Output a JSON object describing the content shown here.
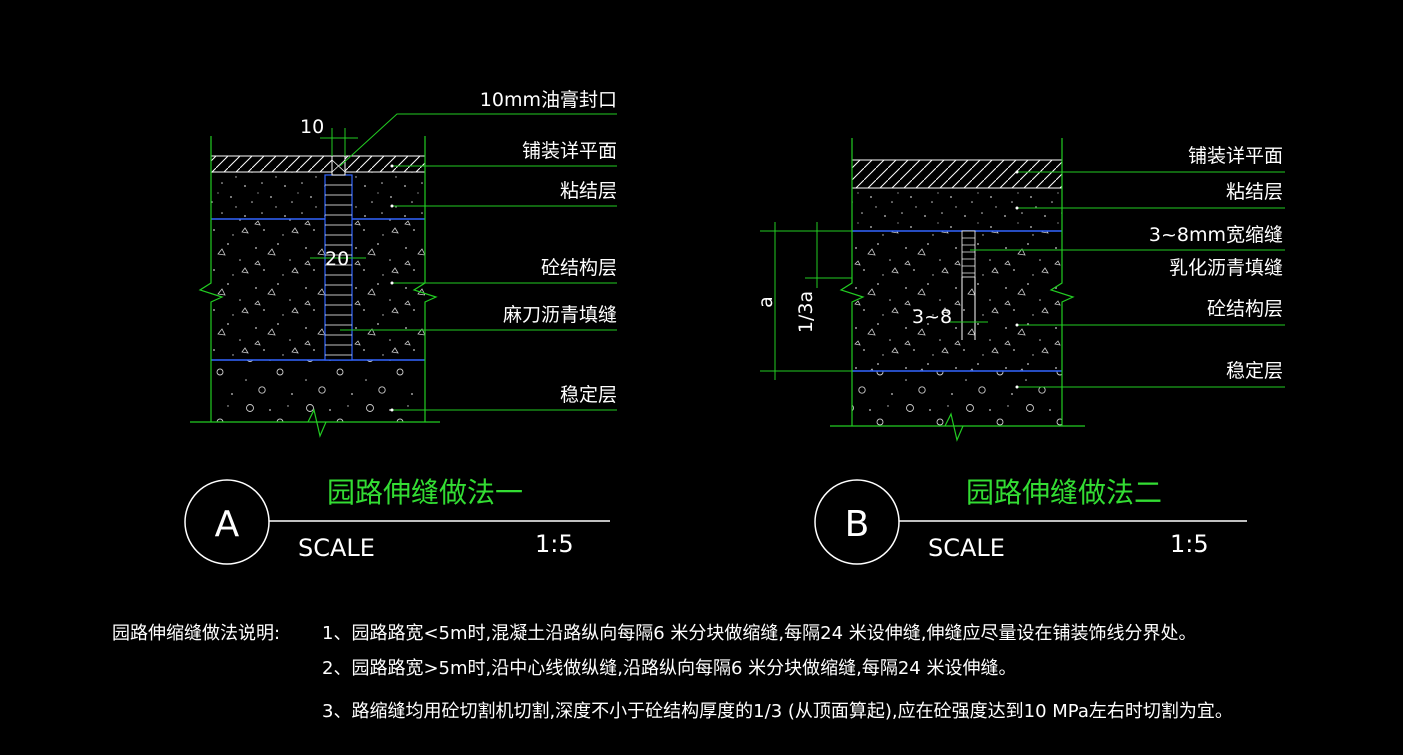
{
  "detail_a": {
    "labels": {
      "seal": "10mm油膏封口",
      "paving": "铺装详平面",
      "bond": "粘结层",
      "concrete": "砼结构层",
      "filler": "麻刀沥青填缝",
      "stable": "稳定层"
    },
    "dims": {
      "top": "10",
      "mid": "20"
    },
    "title": "园路伸缝做法一",
    "circle_letter": "A",
    "scale_word": "SCALE",
    "scale_value": "1:5"
  },
  "detail_b": {
    "labels": {
      "paving": "铺装详平面",
      "bond": "粘结层",
      "gap": "3~8mm宽缩缝",
      "emulsion": "乳化沥青填缝",
      "concrete": "砼结构层",
      "stable": "稳定层"
    },
    "dims": {
      "a": "a",
      "third": "1/3a",
      "depth": "3~8"
    },
    "title": "园路伸缝做法二",
    "circle_letter": "B",
    "scale_word": "SCALE",
    "scale_value": "1:5"
  },
  "notes": {
    "heading": "园路伸缩缝做法说明:",
    "items": [
      "1、园路路宽<5m时,混凝土沿路纵向每隔6 米分块做缩缝,每隔24 米设伸缝,伸缝应尽量设在铺装饰线分界处。",
      "2、园路路宽>5m时,沿中心线做纵缝,沿路纵向每隔6 米分块做缩缝,每隔24 米设伸缝。",
      "3、路缩缝均用砼切割机切割,深度不小于砼结构厚度的1/3 (从顶面算起),应在砼强度达到10 MPa左右时切割为宜。"
    ]
  },
  "colors": {
    "background": "#000000",
    "leader": "#22cc22",
    "layer_line": "#3366ff",
    "title": "#33dd33",
    "text": "#ffffff"
  }
}
